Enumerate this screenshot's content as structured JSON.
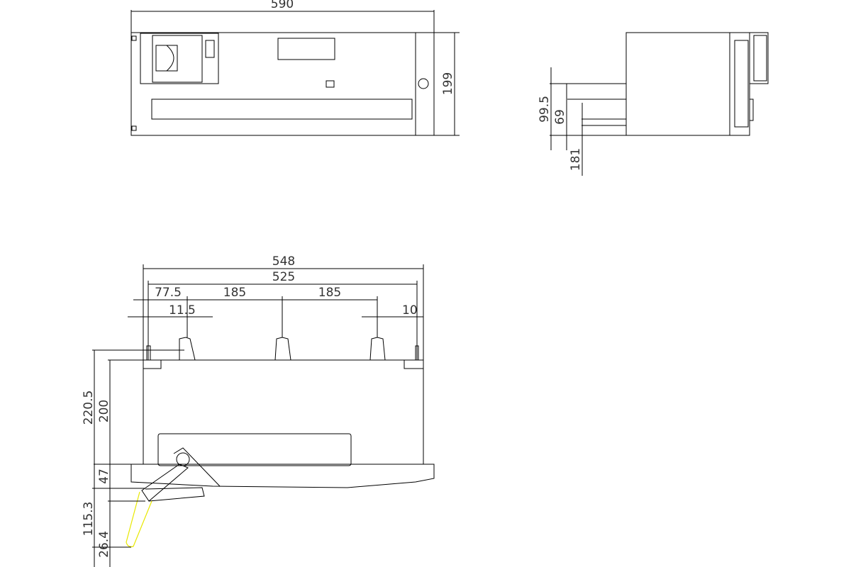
{
  "top_view": {
    "width_dim": "590",
    "height_dim": "199"
  },
  "side_view": {
    "dims": [
      "99.5",
      "69",
      "181"
    ]
  },
  "bottom_view": {
    "overall_dim": "548",
    "inner_dim": "525",
    "spacing_dims": [
      "77.5",
      "185",
      "185"
    ],
    "small_dims": [
      "11.5",
      "10"
    ],
    "vertical_dims": [
      "220.5",
      "200",
      "47",
      "115.3",
      "26.4"
    ]
  },
  "colors": {
    "line": "#000000",
    "handle_alt_position": "#e8e800"
  }
}
